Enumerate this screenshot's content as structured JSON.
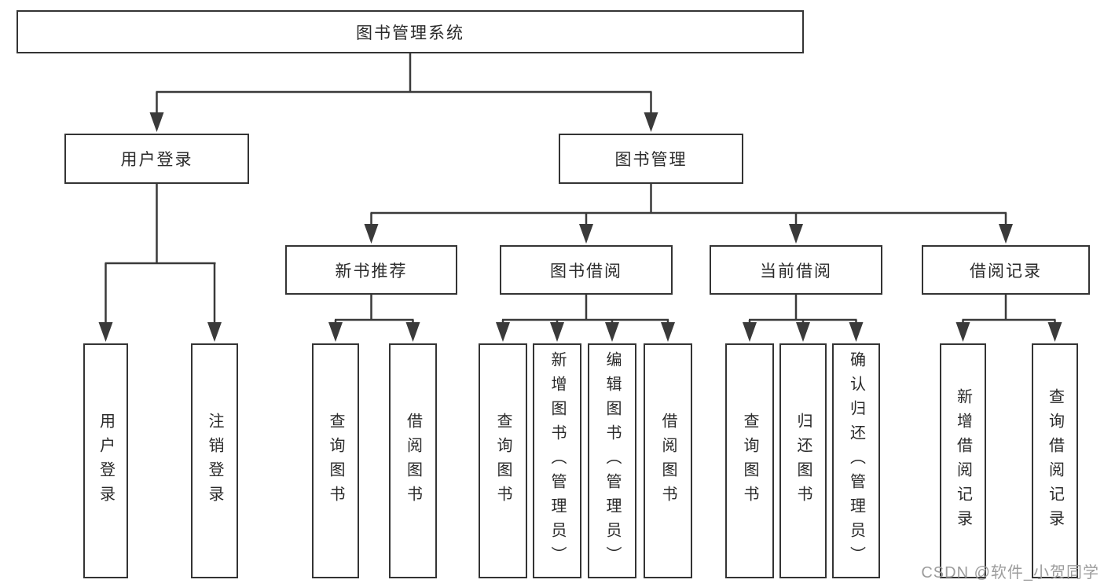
{
  "diagram": {
    "root_label": "图书管理系统",
    "level2": [
      "用户登录",
      "图书管理"
    ],
    "level3": [
      "新书推荐",
      "图书借阅",
      "当前借阅",
      "借阅记录"
    ],
    "leaves": [
      "用户登录",
      "注销登录",
      "查询图书",
      "借阅图书",
      "查询图书",
      "新增图书（管理员）",
      "编辑图书（管理员）",
      "借阅图书",
      "查询图书",
      "归还图书",
      "确认归还（管理员）",
      "新增借阅记录",
      "查询借阅记录"
    ]
  },
  "watermark": "CSDN @软件_小贺同学",
  "colors": {
    "line": "#3a3a3a",
    "box_border": "#343434",
    "text": "#2a2a2a",
    "watermark": "#9c9c9c",
    "background": "#ffffff"
  }
}
